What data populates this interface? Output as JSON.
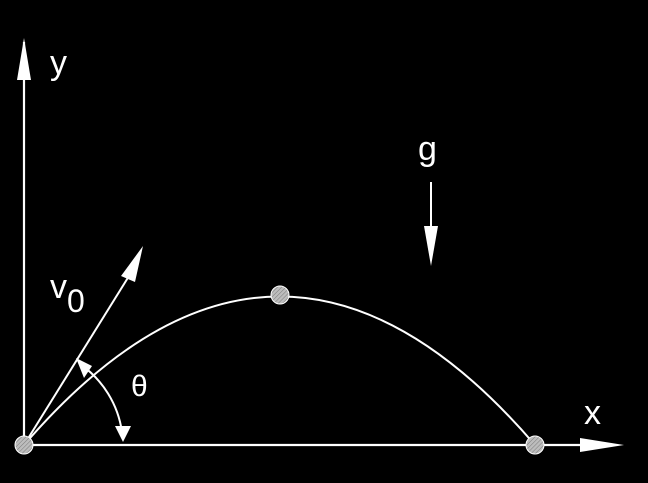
{
  "diagram": {
    "labels": {
      "y_axis": "y",
      "x_axis": "x",
      "gravity": "g",
      "velocity_symbol": "v",
      "velocity_subscript": "0",
      "angle": "θ"
    },
    "colors": {
      "background": "#000000",
      "stroke": "#ffffff",
      "point_fill": "#bdbdbd"
    }
  }
}
